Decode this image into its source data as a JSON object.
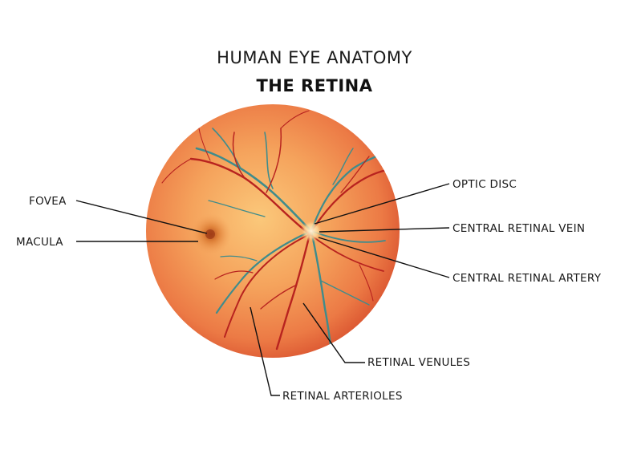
{
  "header": {
    "title": "HUMAN EYE ANATOMY",
    "subtitle": "THE RETINA"
  },
  "labels": {
    "fovea": "FOVEA",
    "macula": "MACULA",
    "optic_disc": "OPTIC DISC",
    "central_retinal_vein": "CENTRAL RETINAL VEIN",
    "central_retinal_artery": "CENTRAL RETINAL ARTERY",
    "retinal_venules": "RETINAL VENULES",
    "retinal_arterioles": "RETINAL ARTERIOLES"
  },
  "colors": {
    "retina_center": "#f9b868",
    "retina_mid": "#f08a50",
    "retina_edge": "#d9502e",
    "artery": "#b8231f",
    "vein": "#3f8c8c",
    "leader_line": "#111111"
  }
}
